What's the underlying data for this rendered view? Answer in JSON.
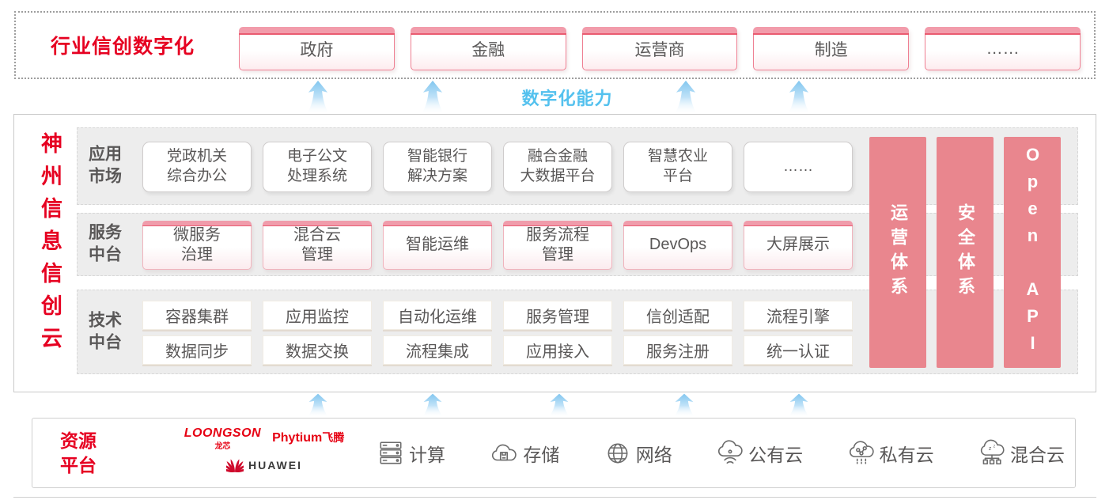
{
  "colors": {
    "accent_red": "#e60021",
    "pillar_salmon": "#e9868e",
    "box_pink_top": "#f09cab",
    "capability_blue": "#54c1ee",
    "band_gray": "#ededed",
    "text_gray": "#595757"
  },
  "top": {
    "title": "行业信创数字化",
    "items": [
      "政府",
      "金融",
      "运营商",
      "制造",
      "……"
    ]
  },
  "capability": {
    "label": "数字化能力"
  },
  "main": {
    "side_title": "神州信息信创云",
    "app": {
      "label": "应用\n市场",
      "items": [
        "党政机关\n综合办公",
        "电子公文\n处理系统",
        "智能银行\n解决方案",
        "融合金融\n大数据平台",
        "智慧农业\n平台",
        "……"
      ]
    },
    "service": {
      "label": "服务\n中台",
      "items": [
        "微服务\n治理",
        "混合云\n管理",
        "智能运维",
        "服务流程\n管理",
        "DevOps",
        "大屏展示"
      ]
    },
    "tech": {
      "label": "技术\n中台",
      "row1": [
        "容器集群",
        "应用监控",
        "自动化运维",
        "服务管理",
        "信创适配",
        "流程引擎"
      ],
      "row2": [
        "数据同步",
        "数据交换",
        "流程集成",
        "应用接入",
        "服务注册",
        "统一认证"
      ]
    },
    "pillars": [
      "运营体系",
      "安全体系",
      "Open API"
    ]
  },
  "resources": {
    "title": "资源\n平台",
    "logos": {
      "loongson": "LOONGSON",
      "loongson_sub": "龙芯",
      "phytium": "Phytium",
      "phytium_sub": "飞腾",
      "huawei": "HUAWEI"
    },
    "items": [
      {
        "icon": "compute-server-icon",
        "label": "计算"
      },
      {
        "icon": "storage-cloud-icon",
        "label": "存储"
      },
      {
        "icon": "network-globe-icon",
        "label": "网络"
      },
      {
        "icon": "public-cloud-icon",
        "label": "公有云"
      },
      {
        "icon": "private-cloud-icon",
        "label": "私有云"
      },
      {
        "icon": "hybrid-cloud-icon",
        "label": "混合云"
      }
    ]
  }
}
